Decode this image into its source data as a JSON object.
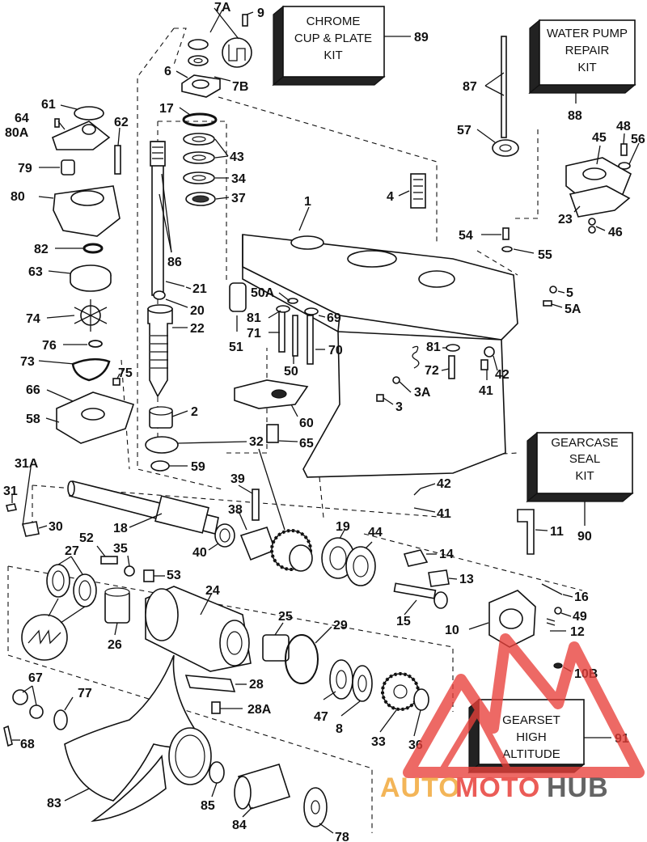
{
  "kits": [
    {
      "id": "chrome",
      "lines": [
        "CHROME",
        "CUP & PLATE",
        "KIT"
      ],
      "ref": "89"
    },
    {
      "id": "waterpump",
      "lines": [
        "WATER PUMP",
        "REPAIR",
        "KIT"
      ],
      "ref": "88"
    },
    {
      "id": "gearcase",
      "lines": [
        "GEARCASE",
        "SEAL",
        "KIT"
      ],
      "ref": "90"
    },
    {
      "id": "gearset",
      "lines": [
        "GEARSET",
        "HIGH",
        "ALTITUDE"
      ],
      "ref": "91"
    }
  ],
  "labels": {
    "l7A": "7A",
    "l9": "9",
    "l6": "6",
    "l7B": "7B",
    "l17": "17",
    "l43": "43",
    "l34": "34",
    "l37": "37",
    "l86": "86",
    "l21": "21",
    "l20": "20",
    "l22": "22",
    "l2": "2",
    "l32": "32",
    "l59": "59",
    "l61": "61",
    "l64": "64",
    "l80A": "80A",
    "l62": "62",
    "l79": "79",
    "l80": "80",
    "l82": "82",
    "l63": "63",
    "l74": "74",
    "l76": "76",
    "l73": "73",
    "l75": "75",
    "l66": "66",
    "l58": "58",
    "l1": "1",
    "l4": "4",
    "l87": "87",
    "l57": "57",
    "l45": "45",
    "l48": "48",
    "l56": "56",
    "l23": "23",
    "l46": "46",
    "l54": "54",
    "l55": "55",
    "l5": "5",
    "l5A": "5A",
    "l50A": "50A",
    "l81a": "81",
    "l69": "69",
    "l71": "71",
    "l51": "51",
    "l70": "70",
    "l50": "50",
    "l81b": "81",
    "l72": "72",
    "l42a": "42",
    "l41a": "41",
    "l3A": "3A",
    "l3": "3",
    "l60": "60",
    "l65": "65",
    "l31A": "31A",
    "l31": "31",
    "l30": "30",
    "l39": "39",
    "l38": "38",
    "l18": "18",
    "l40": "40",
    "l19": "19",
    "l44": "44",
    "l42b": "42",
    "l41b": "41",
    "l11": "11",
    "l27": "27",
    "l52": "52",
    "l35": "35",
    "l53": "53",
    "l14": "14",
    "l13": "13",
    "l16": "16",
    "l24": "24",
    "l26": "26",
    "l25": "25",
    "l29": "29",
    "l15": "15",
    "l49": "49",
    "l10": "10",
    "l12": "12",
    "l10B": "10B",
    "l28": "28",
    "l28A": "28A",
    "l67": "67",
    "l77": "77",
    "l47": "47",
    "l8": "8",
    "l33": "33",
    "l36": "36",
    "l68": "68",
    "l83": "83",
    "l85": "85",
    "l84": "84",
    "l78": "78"
  },
  "watermark": {
    "part1": "AUTO",
    "part2": "MOTO",
    "part3": "HUB"
  },
  "colors": {
    "ink": "#111111",
    "watermark_red": "#e8403a",
    "watermark_orange": "#f2a93b",
    "watermark_gray": "#4a4a4a"
  }
}
